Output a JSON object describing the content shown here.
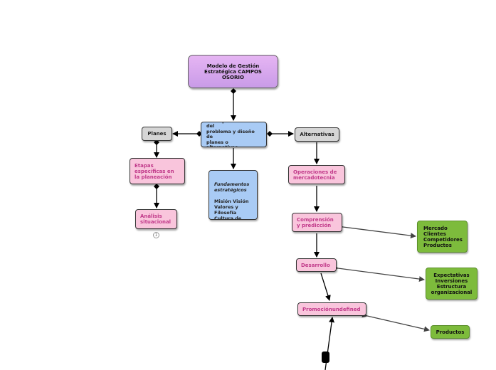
{
  "nodes": {
    "title": "Modelo de Gestión\nEstratégica CAMPOS\nOSORIO",
    "concept": "Conceptualización del\nproblema y diseño de\nplanes o alternativas.",
    "planes": "Planes",
    "alternativas": "Alternativas",
    "etapas": "Etapas\nespecíficas en\nla planeación",
    "analisis": "Análisis\nsituacional",
    "fundamentos_heading": "Fundamentos\nestratégicos",
    "fundamentos_body": "Misión  Visión\nValores y\nFilosofía\nCultura de\ntrabajo",
    "operaciones": "Operaciones de\nmercadotecnia",
    "comprension": "Comprensión\ny predicción",
    "desarrollo": "Desarrollo",
    "promocion": "Promociónundefined",
    "mercado": "Mercado\nClientes\nCompetidores\nProductos",
    "expectativas": "Expectativas\nInversiones\nEstructura\norganizacional",
    "productos": "Productos"
  },
  "counter": "1",
  "colors": {
    "pink_fill": "#f9c5dc",
    "pink_text": "#c13a8a",
    "blue_fill": "#a9cbf5",
    "green_fill": "#7dbb3c",
    "grey_fill": "#d5d5d5",
    "title_fill": "#d8a8ef"
  }
}
